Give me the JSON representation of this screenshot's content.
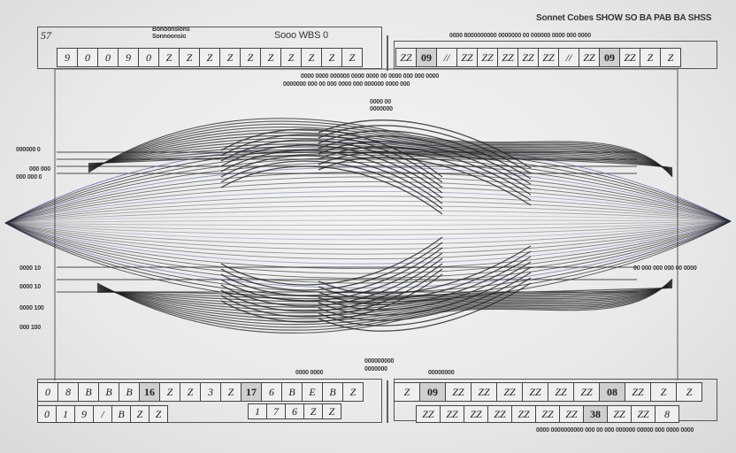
{
  "labels": {
    "top_header": "Sonnet Cobes SHOW SO BA PAB BA SHSS",
    "top_small_left": "Bonoonsions",
    "top_small_left_2": "Sonnoonsio",
    "top_center": "Sooo WBS 0",
    "top_sub_row": "0000 8000000000 0000000 00 000000 0000 000 0000",
    "center_line_1": "0000 0000 000000 0000 0000 00 0000 000 000 0000",
    "center_line_2": "0000000 000 00 000 0000 000 000000 0000 000",
    "center_small_1": "0000 00",
    "center_small_2": "0000000",
    "left_1": "000000 0",
    "left_2": "000 000",
    "left_3": "000 000 0",
    "left_4": "0000 10",
    "left_5": "0000 10",
    "left_6": "0000 100",
    "left_7": "000 100",
    "right_mid": "00 000 000 000 00 0000",
    "bottom_small_1": "000000000",
    "bottom_small_2": "0000 0000",
    "bottom_small_3": "0000000",
    "bottom_small_4": "00000000",
    "bottom_footer": "0000 0000000000 000 00 000 000000 00000 000 0000 0000"
  },
  "cells": {
    "top_left_label": "57",
    "top_left": [
      "9",
      "0",
      "0",
      "9",
      "0",
      "Z",
      "Z",
      "Z",
      "Z",
      "Z",
      "Z",
      "Z",
      "Z",
      "Z",
      "Z"
    ],
    "top_right": [
      "ZZ",
      "09",
      "//",
      "ZZ",
      "ZZ",
      "ZZ",
      "ZZ",
      "ZZ",
      "//",
      "ZZ",
      "09",
      "ZZ",
      "Z",
      "Z"
    ],
    "bottom_left_1": [
      "0",
      "8",
      "B",
      "B",
      "B",
      "16",
      "Z",
      "Z",
      "3",
      "Z",
      "17",
      "6",
      "B",
      "E",
      "B",
      "Z"
    ],
    "bottom_left_2": [
      "0",
      "1",
      "9",
      "/",
      "B",
      "Z",
      "Z"
    ],
    "bottom_left_3": [
      "1",
      "7",
      "6",
      "Z",
      "Z"
    ],
    "bottom_right_1": [
      "Z",
      "09",
      "ZZ",
      "ZZ",
      "ZZ",
      "ZZ",
      "ZZ",
      "ZZ",
      "08",
      "ZZ",
      "Z",
      "Z"
    ],
    "bottom_right_2": [
      "ZZ",
      "ZZ",
      "ZZ",
      "ZZ",
      "ZZ",
      "ZZ",
      "ZZ",
      "38",
      "ZZ",
      "ZZ",
      "8"
    ]
  },
  "colors": {
    "ink": "#222222",
    "paper": "#eeeeee",
    "accent": "#5a5fb0"
  }
}
